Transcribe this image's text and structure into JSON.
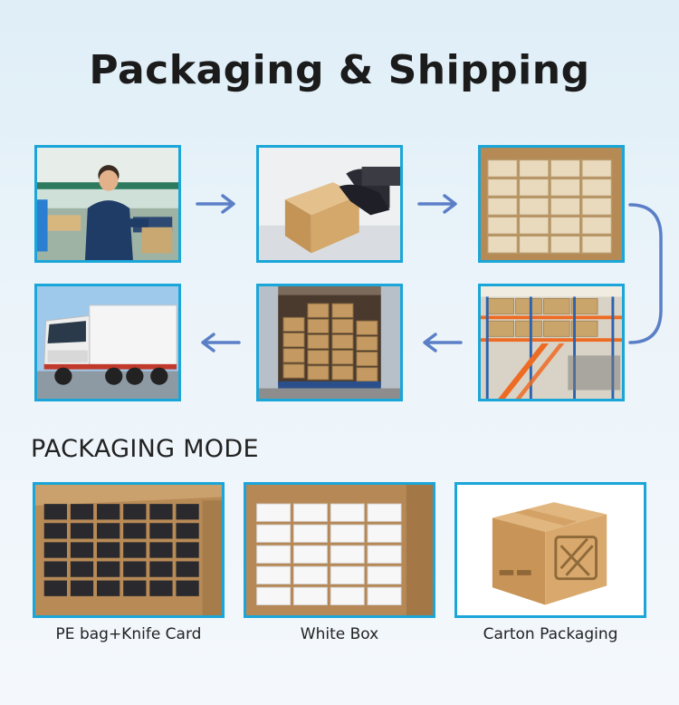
{
  "title": "Packaging & Shipping",
  "process": {
    "steps": [
      {
        "icon": "factory-worker-photo"
      },
      {
        "icon": "box-in-hands-photo"
      },
      {
        "icon": "stacked-cartons-photo"
      },
      {
        "icon": "warehouse-racks-photo"
      },
      {
        "icon": "container-loading-photo"
      },
      {
        "icon": "delivery-truck-photo"
      }
    ],
    "arrow_color": "#5b7fc7"
  },
  "packaging_mode": {
    "title": "PACKAGING MODE",
    "items": [
      {
        "label": "PE bag+Knife Card",
        "icon": "pe-bag-knife-card-photo"
      },
      {
        "label": "White Box",
        "icon": "white-box-photo"
      },
      {
        "label": "Carton Packaging",
        "icon": "carton-box-illustration"
      }
    ]
  },
  "colors": {
    "tile_border": "#1aa6d8",
    "arrow": "#5b7fc7",
    "cardboard": "#c89a62"
  }
}
